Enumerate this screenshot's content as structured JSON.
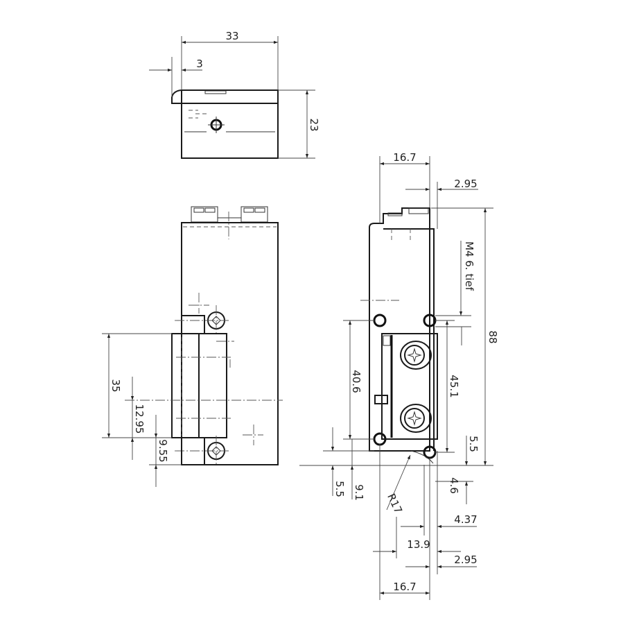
{
  "colors": {
    "line": "#1a1a1a",
    "background": "#ffffff",
    "text": "#222222"
  },
  "views": {
    "top": {
      "dims": {
        "width": "33",
        "lip": "3",
        "height": "23"
      }
    },
    "front": {
      "dims": {
        "d35": "35",
        "d12_95": "12.95",
        "d9_55": "9.55"
      }
    },
    "side": {
      "dims": {
        "top_width": "16.7",
        "top_offset": "2.95",
        "thread_note": "M4  6. tief",
        "overall_height": "88",
        "hole_spacing": "40.6",
        "slot_height": "45.1",
        "bottom_5_5_right": "5.5",
        "bottom_5_5_left": "5.5",
        "d9_1": "9.1",
        "d4_6": "4.6",
        "radius": "R17",
        "d4_37": "4.37",
        "d13_9": "13.9",
        "bottom_offset": "2.95",
        "bottom_width": "16.7"
      }
    }
  }
}
